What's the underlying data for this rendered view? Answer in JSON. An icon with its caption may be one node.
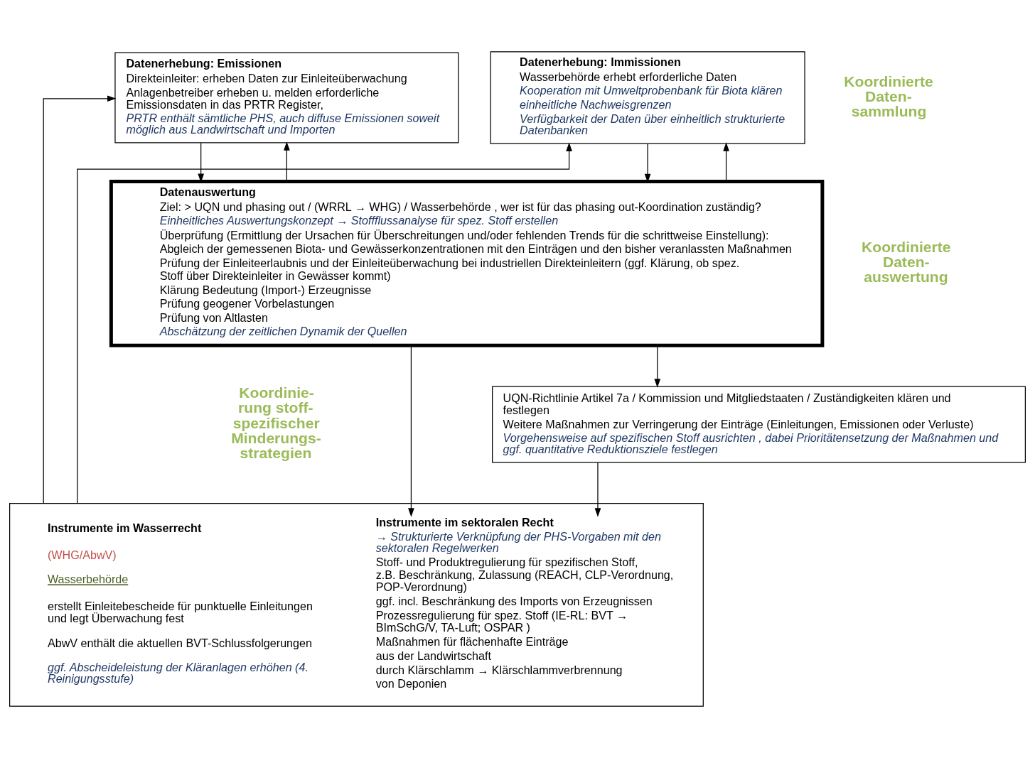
{
  "diagram": {
    "nodes": [
      {
        "text": [
          "Datenerhebung: Immissionen",
          "Wasserbehörde erhebt erforderliche Daten",
          "Kooperation mit Umweltprobenbank für Biota klären",
          "einheitliche Nachweisgrenzen",
          "Verfügbarkeit der Daten über einheitlich strukturierte Datenbanken"
        ]
      },
      {
        "text": [
          "Datenerhebung: Emissionen",
          "Direkteinleiter: erheben Daten zur Einleiteüberwachung",
          "Anlagenbetreiber erheben u. melden erforderliche Emissionsdaten in das PRTR Register,",
          "PRTR enthält sämtliche PHS, auch diffuse Emissionen soweit möglich aus Landwirtschaft und Importen"
        ]
      },
      {
        "text": [
          "Datenauswertung",
          "Ziel: > UQN und phasing out / (WRRL → WHG) / Wasserbehörde , wer ist für das phasing out-Koordination zuständig?",
          "Einheitliches Auswertungskonzept → Stoffflussanalyse für spez. Stoff erstellen",
          "Überprüfung (Ermittlung der Ursachen für Überschreitungen und/oder fehlenden Trends für die schrittweise Einstellung):",
          "Abgleich der gemessenen Biota- und Gewässerkonzentrationen mit den Einträgen und den bisher veranlassten Maßnahmen",
          "Prüfung der Einleiteerlaubnis und der Einleiteüberwachung bei industriellen Direkteinleitern (ggf. Klärung, ob spez. Stoff über Direkteinleiter in Gewässer kommt)",
          "Klärung Bedeutung (Import-) Erzeugnisse",
          "Prüfung geogener Vorbelastungen",
          "Prüfung von Altlasten",
          "Abschätzung der zeitlichen Dynamik der Quellen"
        ]
      },
      {
        "text": [
          "UQN-Richtlinie Artikel 7a / Kommission und Mitgliedstaaten / Zuständigkeiten klären und festlegen",
          "Weitere Maßnahmen zur Verringerung der Einträge (Einleitungen, Emissionen oder Verluste)",
          "Vorgehensweise auf spezifischen Stoff ausrichten , dabei Prioritätensetzung der Maßnahmen und ggf. quantitative Reduktionsziele festlegen"
        ]
      },
      {
        "text": [
          "Instrumente im Wasserrecht",
          "(WHG/AbwV)",
          "Wasserbehörde",
          "erstellt Einleitebescheide für punktuelle Einleitungen und legt Überwachung fest",
          "AbwV enthält die aktuellen BVT-Schlussfolgerungen",
          "ggf. Abscheideleistung der Kläranlagen erhöhen (4. Reinigungsstufe)",
          "Instrumente im sektoralen Recht",
          "→ Strukturierte Verknüpfung der PHS-Vorgaben mit den sektoralen Regelwerken",
          "Stoff- und Produktregulierung für spezifischen Stoff, z.B. Beschränkung, Zulassung (REACH, CLP-Verordnung, POP-Verordnung)",
          "ggf. incl. Beschränkung des Imports von Erzeugnissen",
          "Prozessregulierung für spez. Stoff (IE-RL: BVT → BImSchG/V, TA-Luft; OSPAR )",
          "Maßnahmen für flächenhafte Einträge",
          "aus der Landwirtschaft",
          "durch Klärschlamm → Klärschlammverbrennung",
          "von Deponien"
        ]
      }
    ],
    "edges": [
      {
        "from": 4,
        "to": 0,
        "arrow": "to"
      },
      {
        "from": 4,
        "to": 1,
        "arrow": "to"
      },
      {
        "from": 2,
        "to": 0,
        "arrow": "to"
      },
      {
        "from": 2,
        "to": 1,
        "arrow": "to"
      },
      {
        "from": 0,
        "to": 2,
        "arrow": "to"
      },
      {
        "from": 1,
        "to": 2,
        "arrow": "to"
      },
      {
        "from": 2,
        "to": 3,
        "arrow": "to"
      },
      {
        "from": 2,
        "to": 4,
        "arrow": "to"
      },
      {
        "from": 3,
        "to": 4,
        "arrow": "to"
      }
    ],
    "labels": [
      "Koordinierte Daten- sammlung",
      "Koordinierte Daten- auswertung",
      "Koordinie- rung stoff- spezifischer Minderungs- strategien"
    ]
  }
}
